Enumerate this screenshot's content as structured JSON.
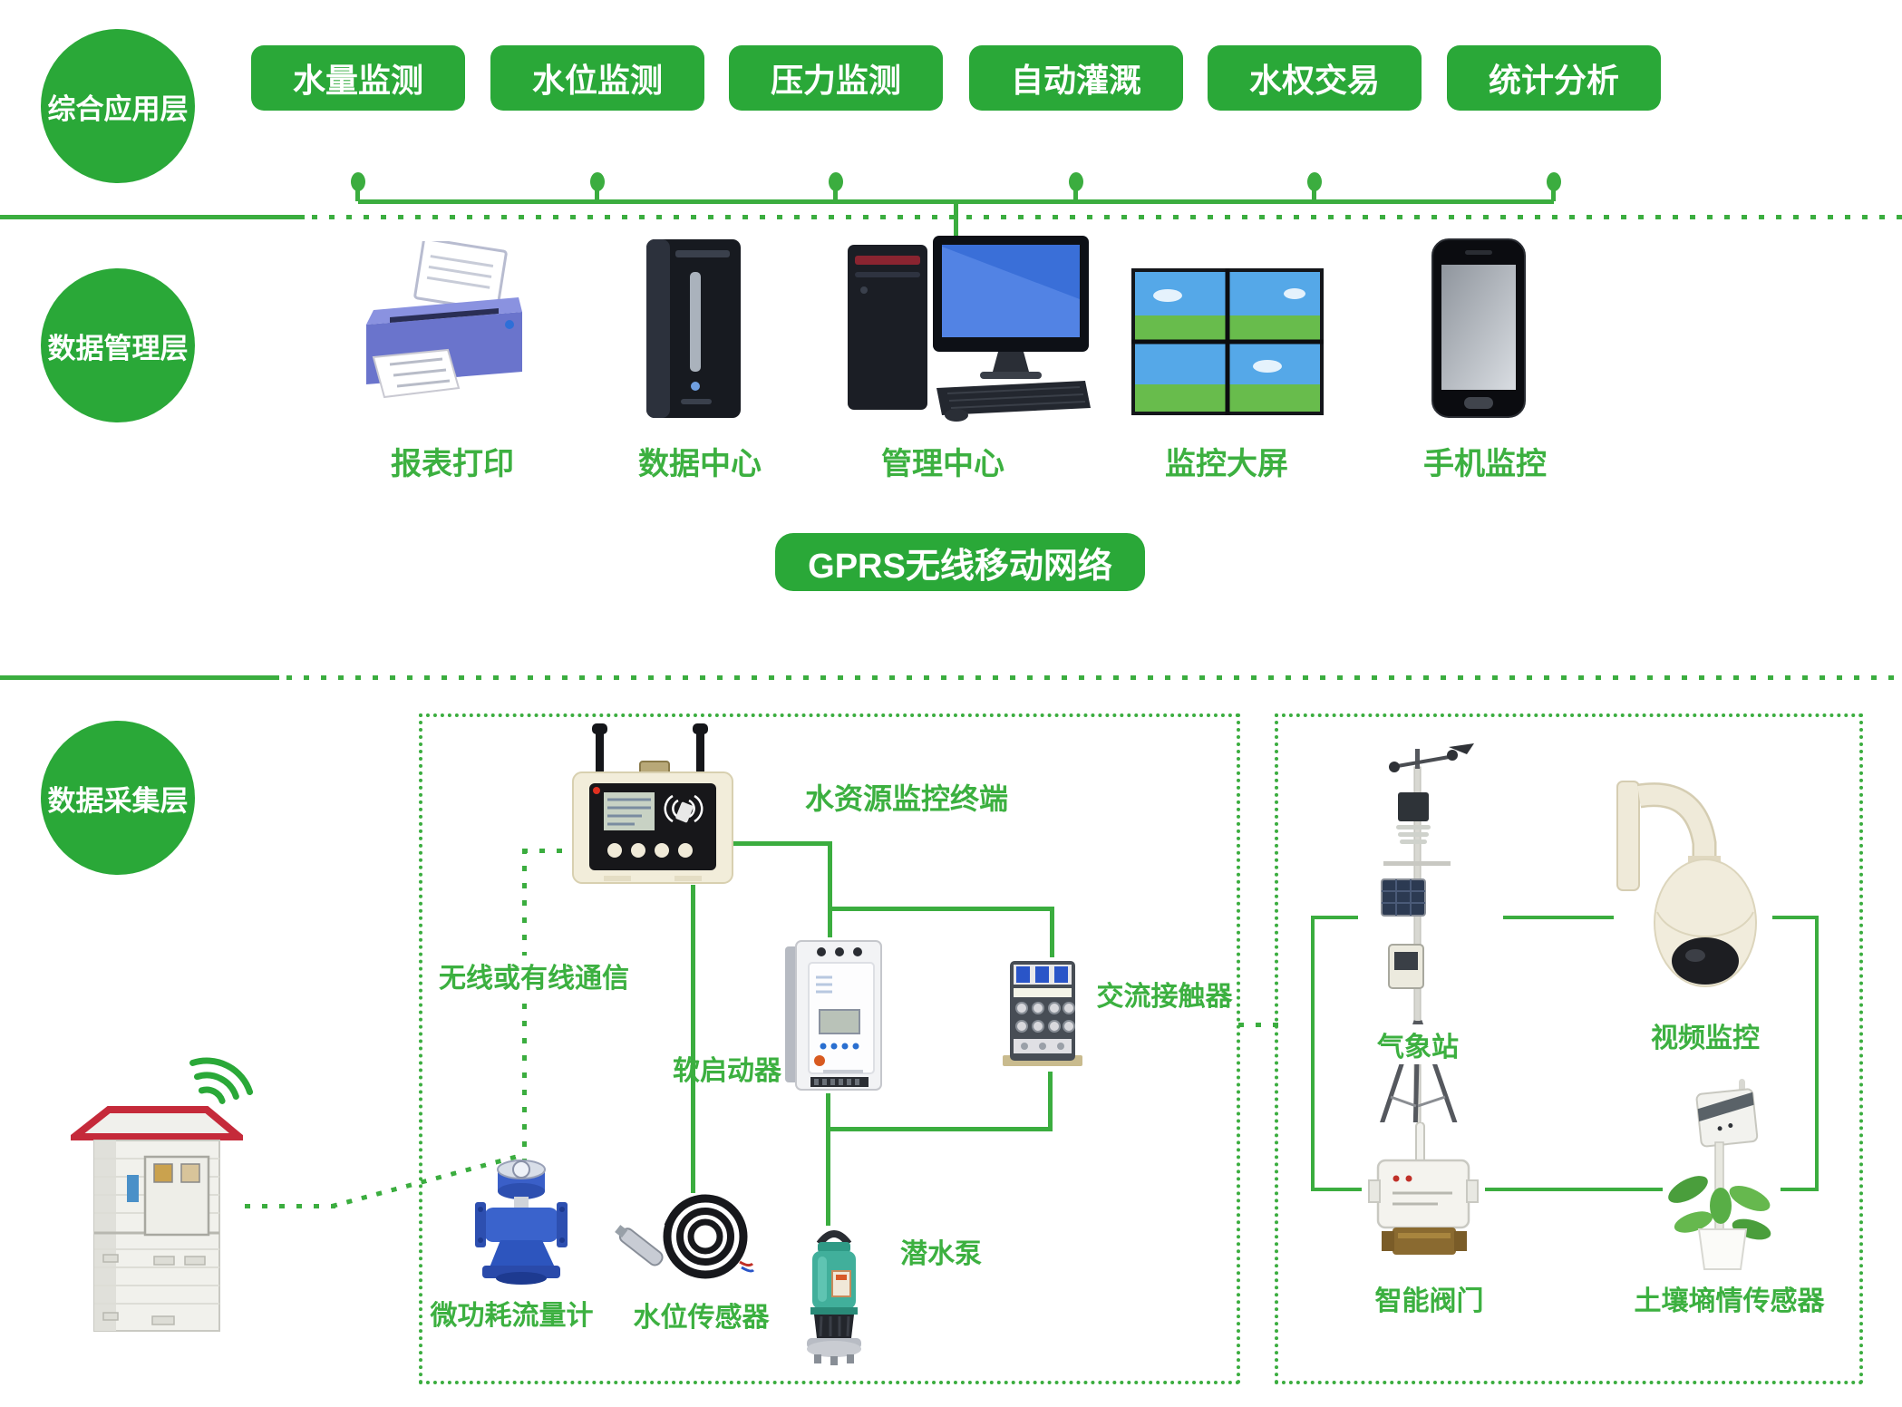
{
  "colors": {
    "green": "#2aa838",
    "line_green": "#3bad3f",
    "label_green": "#3cb040"
  },
  "app_layer": {
    "circle": "综合应用层",
    "buttons": [
      "水量监测",
      "水位监测",
      "压力监测",
      "自动灌溉",
      "水权交易",
      "统计分析"
    ]
  },
  "mgmt_layer": {
    "circle": "数据管理层",
    "printer": "报表打印",
    "server": "数据中心",
    "computer": "管理中心",
    "videowall": "监控大屏",
    "phone": "手机监控"
  },
  "network": {
    "gprs": "GPRS无线移动网络"
  },
  "collect_layer": {
    "circle": "数据采集层",
    "terminal": "水资源监控终端",
    "comm": "无线或有线通信",
    "soft_starter": "软启动器",
    "contactor": "交流接触器",
    "flow_meter": "微功耗流量计",
    "level_sensor": "水位传感器",
    "pump": "潜水泵",
    "weather": "气象站",
    "video": "视频监控",
    "valve": "智能阀门",
    "soil": "土壤墒情传感器"
  }
}
